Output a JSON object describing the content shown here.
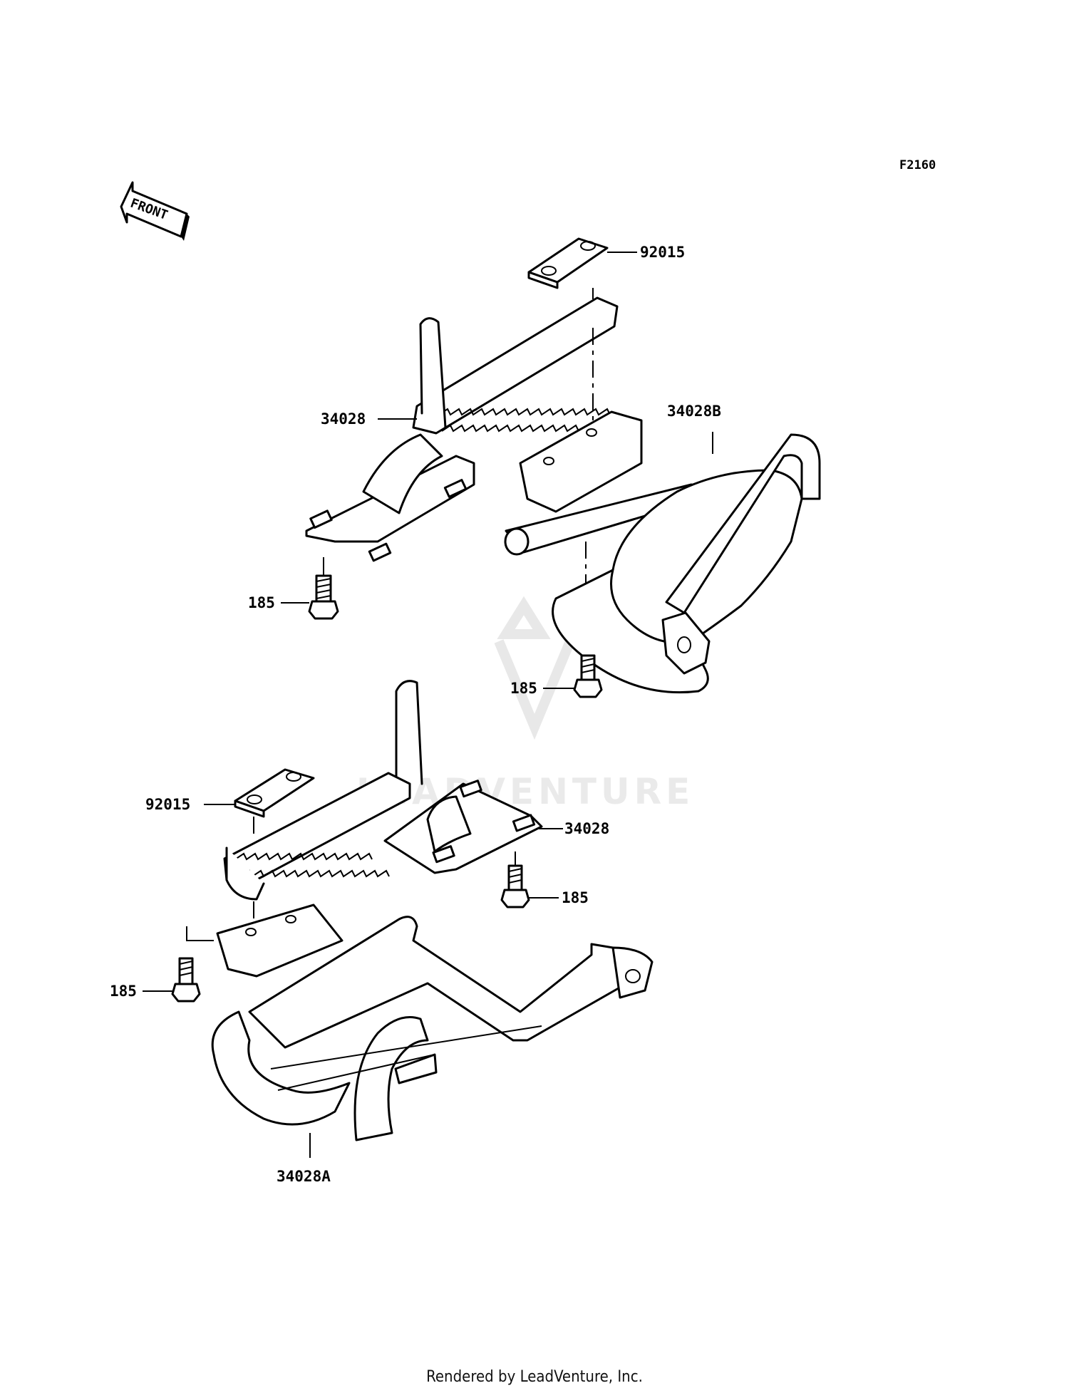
{
  "diagram": {
    "code": "F2160",
    "front_label": "FRONT",
    "watermark_text": "LEADVENTURE",
    "callouts": {
      "top_pad": "92015",
      "top_step": "34028",
      "top_guard": "34028B",
      "top_bolt_left": "185",
      "top_bolt_right": "185",
      "bottom_pad": "92015",
      "bottom_step": "34028",
      "bottom_bolt_right": "185",
      "bottom_bolt_left": "185",
      "bottom_guard": "34028A"
    }
  },
  "footer": {
    "text": "Rendered by LeadVenture, Inc."
  }
}
